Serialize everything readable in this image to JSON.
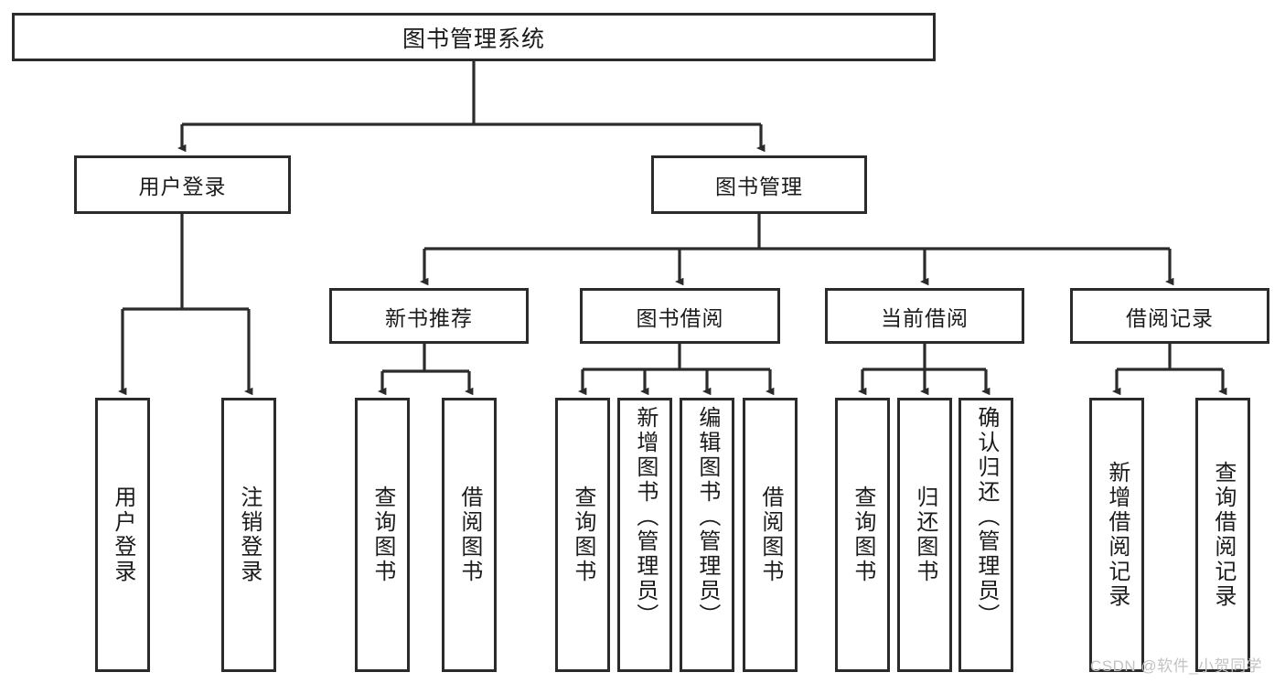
{
  "diagram": {
    "title_node": {
      "label": "图书管理系统"
    },
    "level1": [
      {
        "label": "用户登录"
      },
      {
        "label": "图书管理"
      }
    ],
    "level2": [
      {
        "label": "新书推荐"
      },
      {
        "label": "图书借阅"
      },
      {
        "label": "当前借阅"
      },
      {
        "label": "借阅记录"
      }
    ],
    "leaves": {
      "user_login": [
        {
          "label": "用户登录"
        },
        {
          "label": "注销登录"
        }
      ],
      "new_book_recommend": [
        {
          "label": "查询图书"
        },
        {
          "label": "借阅图书"
        }
      ],
      "book_borrow": [
        {
          "label": "查询图书"
        },
        {
          "label": "新增图书（管理员）"
        },
        {
          "label": "编辑图书（管理员）"
        },
        {
          "label": "借阅图书"
        }
      ],
      "current_borrow": [
        {
          "label": "查询图书"
        },
        {
          "label": "归还图书"
        },
        {
          "label": "确认归还（管理员）"
        }
      ],
      "borrow_record": [
        {
          "label": "新增借阅记录"
        },
        {
          "label": "查询借阅记录"
        }
      ]
    }
  },
  "watermark": {
    "text": "CSDN @软件_小贺同学"
  },
  "colors": {
    "stroke": "#2b2b2b",
    "fill": "#ffffff",
    "text": "#1b1b1b",
    "watermark": "#c3c3c3"
  }
}
